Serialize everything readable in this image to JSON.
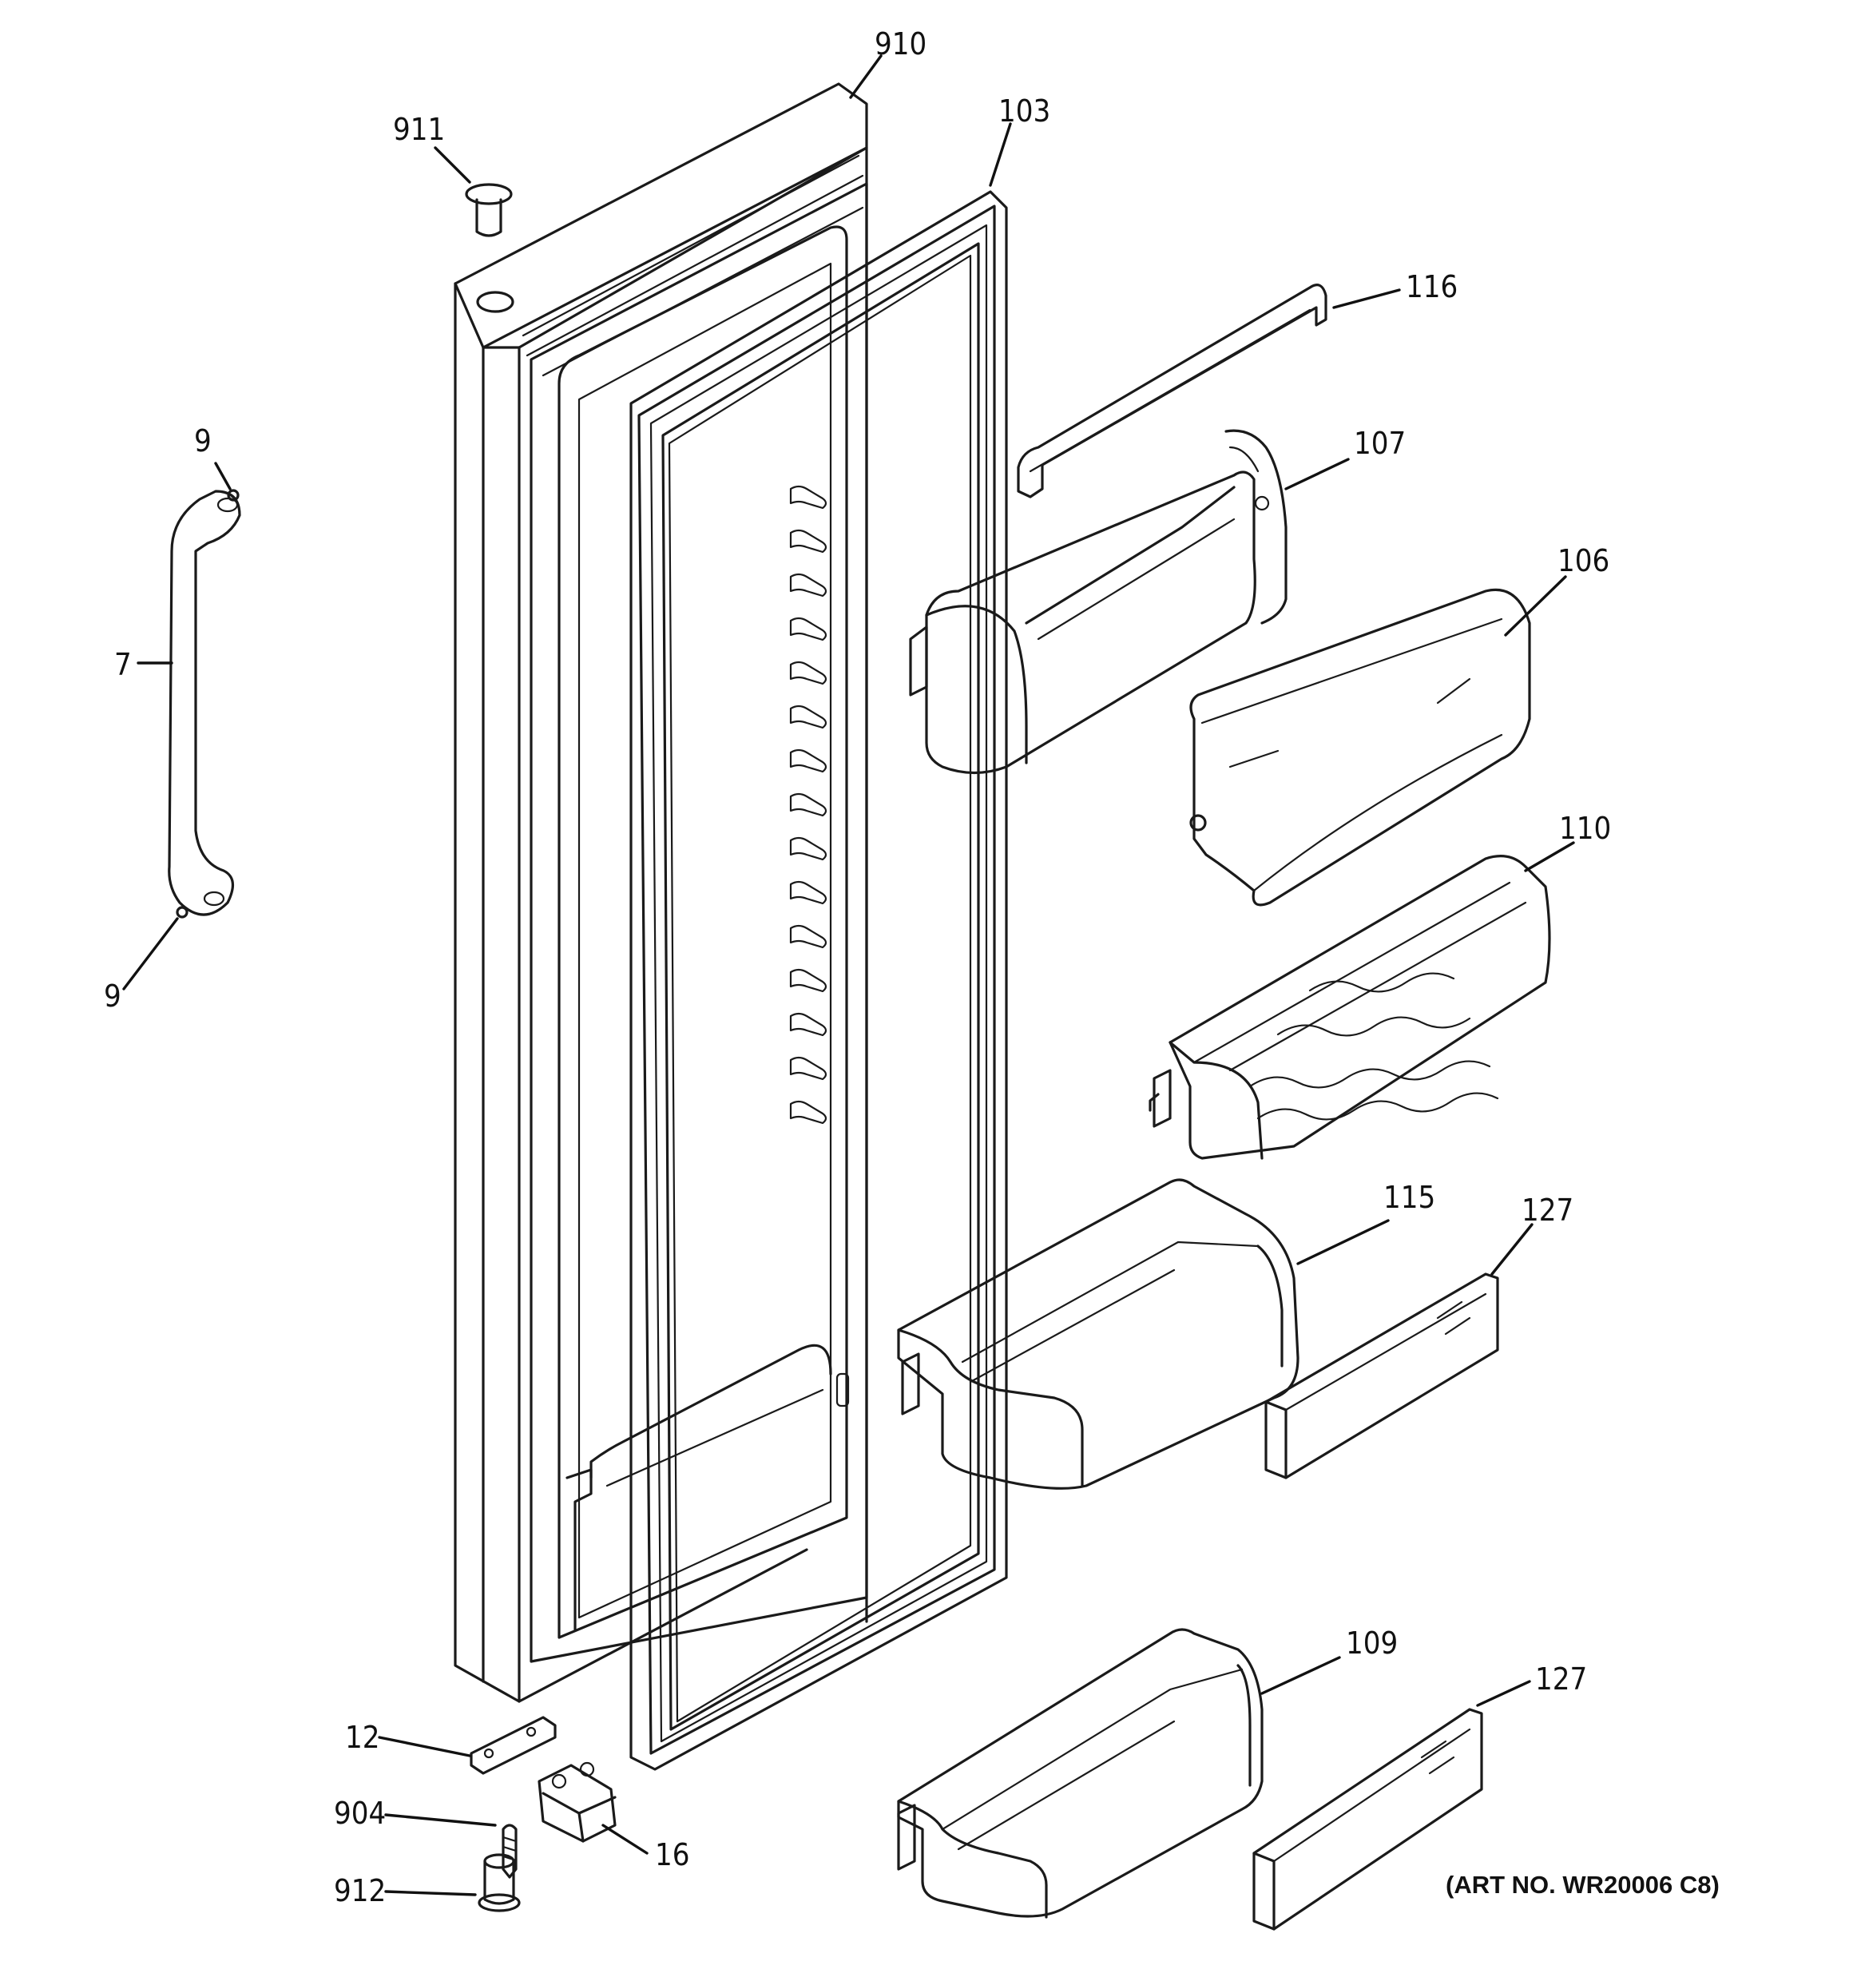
{
  "diagram": {
    "art_number": "(ART NO. WR20006 C8)",
    "callouts": [
      {
        "id": "910",
        "label": "910"
      },
      {
        "id": "911",
        "label": "911"
      },
      {
        "id": "103",
        "label": "103"
      },
      {
        "id": "116",
        "label": "116"
      },
      {
        "id": "107",
        "label": "107"
      },
      {
        "id": "106",
        "label": "106"
      },
      {
        "id": "110",
        "label": "110"
      },
      {
        "id": "115",
        "label": "115"
      },
      {
        "id": "127a",
        "label": "127"
      },
      {
        "id": "109",
        "label": "109"
      },
      {
        "id": "127b",
        "label": "127"
      },
      {
        "id": "9a",
        "label": "9"
      },
      {
        "id": "7",
        "label": "7"
      },
      {
        "id": "9b",
        "label": "9"
      },
      {
        "id": "12",
        "label": "12"
      },
      {
        "id": "904",
        "label": "904"
      },
      {
        "id": "16",
        "label": "16"
      },
      {
        "id": "912",
        "label": "912"
      }
    ]
  }
}
